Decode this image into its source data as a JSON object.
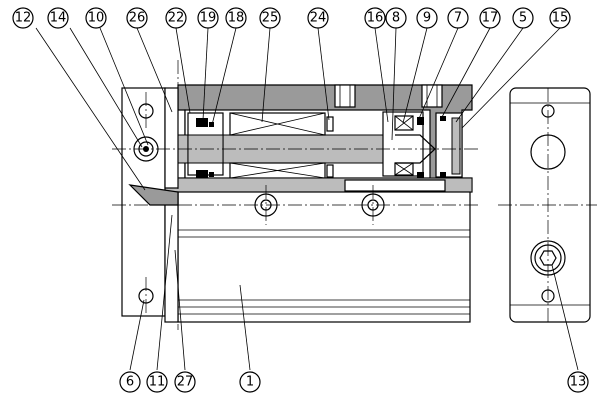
{
  "callouts": {
    "top": [
      "12",
      "14",
      "10",
      "26",
      "22",
      "19",
      "18",
      "25",
      "24",
      "16",
      "8",
      "9",
      "7",
      "17",
      "5",
      "15"
    ],
    "bottom": [
      "6",
      "11",
      "27",
      "1",
      "13"
    ]
  }
}
